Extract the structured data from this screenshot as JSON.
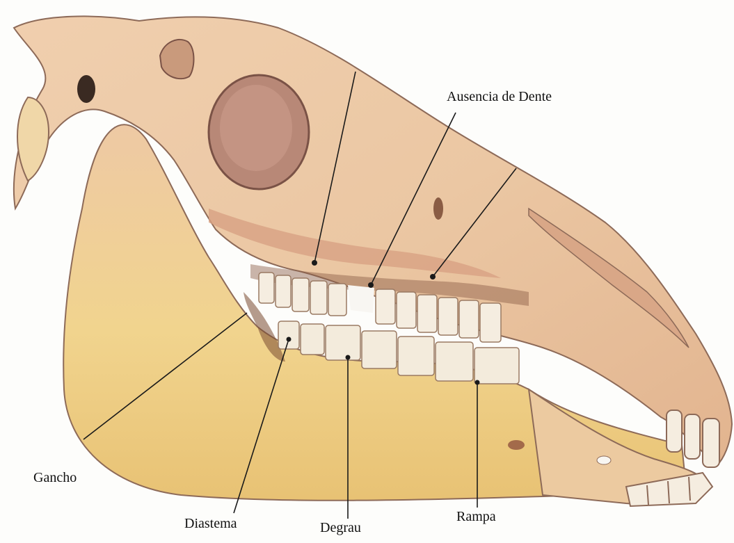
{
  "labels": {
    "ausencia": "Ausencia de Dente",
    "gancho": "Gancho",
    "diastema": "Diastema",
    "degrau": "Degrau",
    "rampa": "Rampa"
  },
  "colors": {
    "bone": "#ecc9a6",
    "bone_dark": "#c8906e",
    "mandible": "#f1d08c",
    "orbit": "#b48273",
    "teeth": "#f6efe2",
    "leader": "#1a1a1a"
  }
}
